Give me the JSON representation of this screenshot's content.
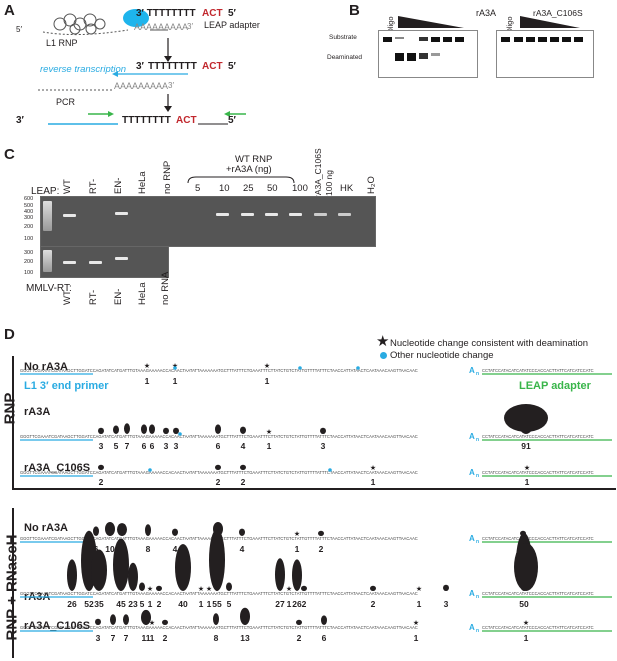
{
  "panels": {
    "A": {
      "letter": "A",
      "rna_end": "3′ TTTTTTTT",
      "adapter_tail": "ACT",
      "adapter_5": "5′",
      "adapter_label": "LEAP adapter",
      "rnp_label": "L1 RNP",
      "rna_5": "5′",
      "poly_a": "AAAAAAAAA",
      "rna_3": "3′",
      "rt_label": "reverse transcription",
      "row2_3": "3′",
      "row2_t": "TTTTTTTT",
      "row2_a": "AAAAAAAAA",
      "row2_5": "5′",
      "pcr_label": "PCR",
      "row3_3": "3′",
      "row3_t": "TTTTTTTT",
      "row3_5": "5′"
    },
    "B": {
      "letter": "B",
      "gel1_title": "rA3A",
      "gel2_title": "rA3A_C106S",
      "oligo": "Oligo",
      "substrate": "Substrate",
      "deaminated": "Deaminated"
    },
    "C": {
      "letter": "C",
      "leap_label": "LEAP:",
      "mmlv_label": "MMLV-RT:",
      "ladder_top": [
        "600",
        "500",
        "400",
        "300",
        "200",
        "100"
      ],
      "ladder_bottom": [
        "300",
        "200",
        "100"
      ],
      "lanes_top": [
        "WT",
        "RT-",
        "EN-",
        "HeLa",
        "no RNP",
        "5",
        "10",
        "25",
        "50",
        "100",
        "100 ng",
        "HK",
        "H₂O"
      ],
      "wt_rnp_header": "WT RNP",
      "wt_rnp_sub": "+rA3A (ng)",
      "c106s_header": "rA3A_C106S",
      "lanes_bottom": [
        "WT",
        "RT-",
        "EN-",
        "HeLa",
        "no RNA"
      ]
    },
    "D": {
      "letter": "D",
      "legend_star": "Nucleotide change consistent with deamination",
      "legend_dot": "Other nucleotide change",
      "rnp_label": "RNP",
      "rnaseh_label": "RNP + RNaseH",
      "primer_label": "L1 3′ end primer",
      "leap_adapter_label": "LEAP adapter",
      "an": "A",
      "an_sub": "n",
      "rows": [
        {
          "name": "No rA3A",
          "counts": [
            "1",
            "1",
            "1"
          ]
        },
        {
          "name": "rA3A",
          "counts": [
            "3",
            "5",
            "7",
            "6",
            "6",
            "3",
            "3",
            "6",
            "4",
            "1",
            "3",
            "91"
          ]
        },
        {
          "name": "rA3A_C106S",
          "counts": [
            "2",
            "2",
            "2",
            "1",
            "1"
          ]
        },
        {
          "name": "No rA3A",
          "counts": [
            "6",
            "10",
            "9",
            "8",
            "4",
            "10",
            "4",
            "1",
            "2",
            "2"
          ]
        },
        {
          "name": "rA3A",
          "counts": [
            "26",
            "52",
            "35",
            "45",
            "23",
            "5",
            "1",
            "2",
            "40",
            "1",
            "1",
            "55",
            "5",
            "27",
            "1",
            "26",
            "2",
            "2",
            "1",
            "3",
            "50"
          ]
        },
        {
          "name": "rA3A_C106S",
          "counts": [
            "3",
            "7",
            "7",
            "11",
            "1",
            "2",
            "8",
            "13",
            "2",
            "6",
            "1",
            "1"
          ]
        }
      ],
      "seq_left": "GGGTTCGAAATCGATAAGCTTGGATCCAGATATCATGATTTGTAAAGAAAAACCACAACTAATATTAAAAAAATGCTTTATTTCTGAAATTTCTTATCTGTCTATTGTTTTATTTCTAACCATTATAACTCAATAAACAAGTTAACAAC",
      "seq_right": "CCTATCCATACATCATATCCCACCACTTATTCATCATCCATC",
      "colors": {
        "primer": "#29abe2",
        "adapter": "#39b54a",
        "star": "#231f20",
        "dot": "#29abe2",
        "blob": "#231f20",
        "red": "#c1272d"
      }
    }
  }
}
